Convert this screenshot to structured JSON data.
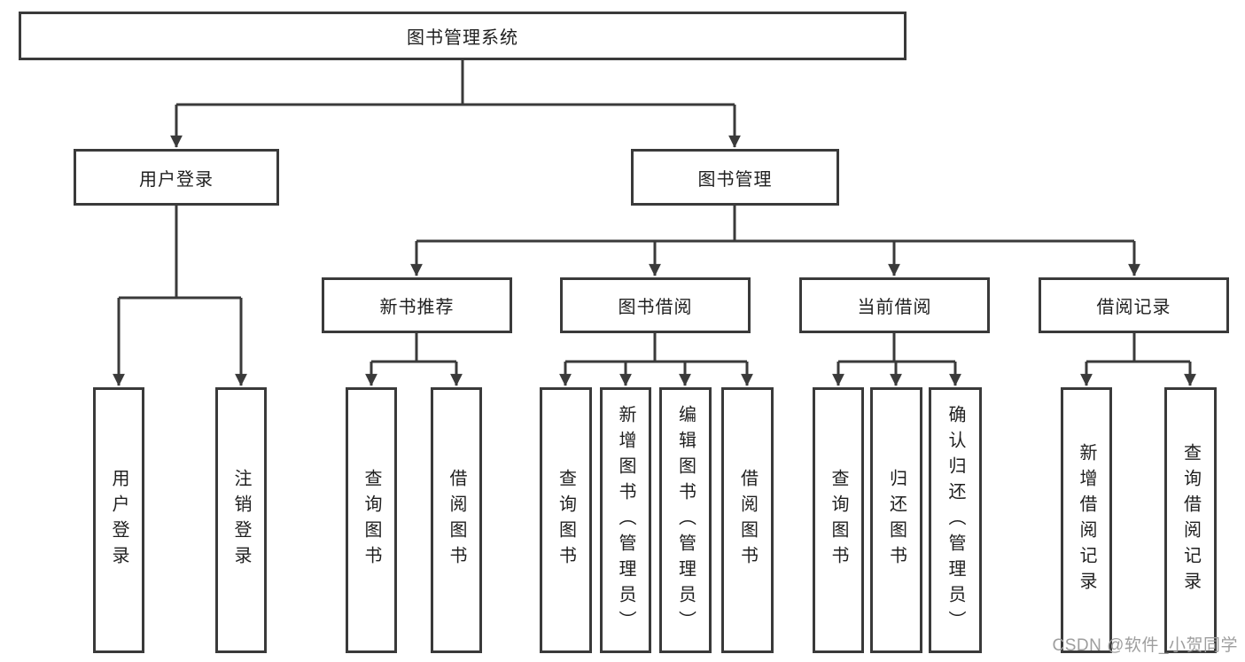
{
  "diagram": {
    "root": {
      "label": "图书管理系统"
    },
    "level1": {
      "user_login": {
        "label": "用户登录"
      },
      "book_management": {
        "label": "图书管理"
      }
    },
    "user_login_children": {
      "login": {
        "label": "用户登录"
      },
      "logout": {
        "label": "注销登录"
      }
    },
    "book_management_children": {
      "new_book_recommend": {
        "label": "新书推荐"
      },
      "book_borrow": {
        "label": "图书借阅"
      },
      "current_borrow": {
        "label": "当前借阅"
      },
      "borrow_record": {
        "label": "借阅记录"
      }
    },
    "new_book_recommend_children": {
      "query_book": {
        "label": "查询图书"
      },
      "borrow_book": {
        "label": "借阅图书"
      }
    },
    "book_borrow_children": {
      "query_book": {
        "label": "查询图书"
      },
      "add_book": {
        "label": "新增图书（管理员）"
      },
      "edit_book": {
        "label": "编辑图书（管理员）"
      },
      "borrow_book": {
        "label": "借阅图书"
      }
    },
    "current_borrow_children": {
      "query_book": {
        "label": "查询图书"
      },
      "return_book": {
        "label": "归还图书"
      },
      "confirm_return": {
        "label": "确认归还（管理员）"
      }
    },
    "borrow_record_children": {
      "add_record": {
        "label": "新增借阅记录"
      },
      "query_record": {
        "label": "查询借阅记录"
      }
    }
  },
  "watermark": {
    "text": "CSDN @软件_小贺同学"
  },
  "colors": {
    "line": "#3a3a3a",
    "text": "#1f1f1f",
    "watermark": "#9e9e9e",
    "background": "#ffffff"
  }
}
